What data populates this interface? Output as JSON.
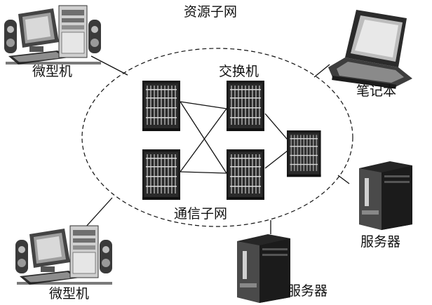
{
  "labels": {
    "resource_subnet": "资源子网",
    "switch": "交换机",
    "comm_subnet": "通信子网",
    "microcomputer_top": "微型机",
    "microcomputer_bottom": "微型机",
    "laptop": "笔记本",
    "server_right": "服务器",
    "server_bottom": "服务器"
  },
  "icons": {
    "desktop": "desktop-computer-icon",
    "laptop": "laptop-icon",
    "server": "tower-server-icon",
    "switch": "network-switch-icon"
  },
  "colors": {
    "line": "#111111",
    "device_dark": "#1a1a1a",
    "device_mid": "#555555",
    "device_light": "#cfcfcf"
  }
}
